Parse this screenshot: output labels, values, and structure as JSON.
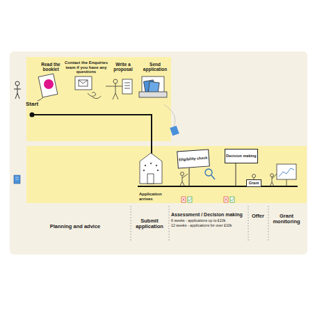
{
  "diagram": {
    "nodes": [
      {
        "text": [
          "Eligibility check"
        ]
      },
      {
        "text": [
          "Decision making"
        ]
      },
      {
        "text": [
          "Grant"
        ]
      }
    ],
    "labels": [
      "Read the booklet",
      "Contact the Enquiries team if you have any questions",
      "Write a proposal",
      "Send application",
      "Start",
      "Application arrives",
      "Planning and advice",
      "Submit application",
      "Assessment / Decision making",
      "6 weeks - applications up to £10k",
      "12 weeks - applications for over £10k",
      "Offer",
      "Grant monitoring"
    ]
  }
}
